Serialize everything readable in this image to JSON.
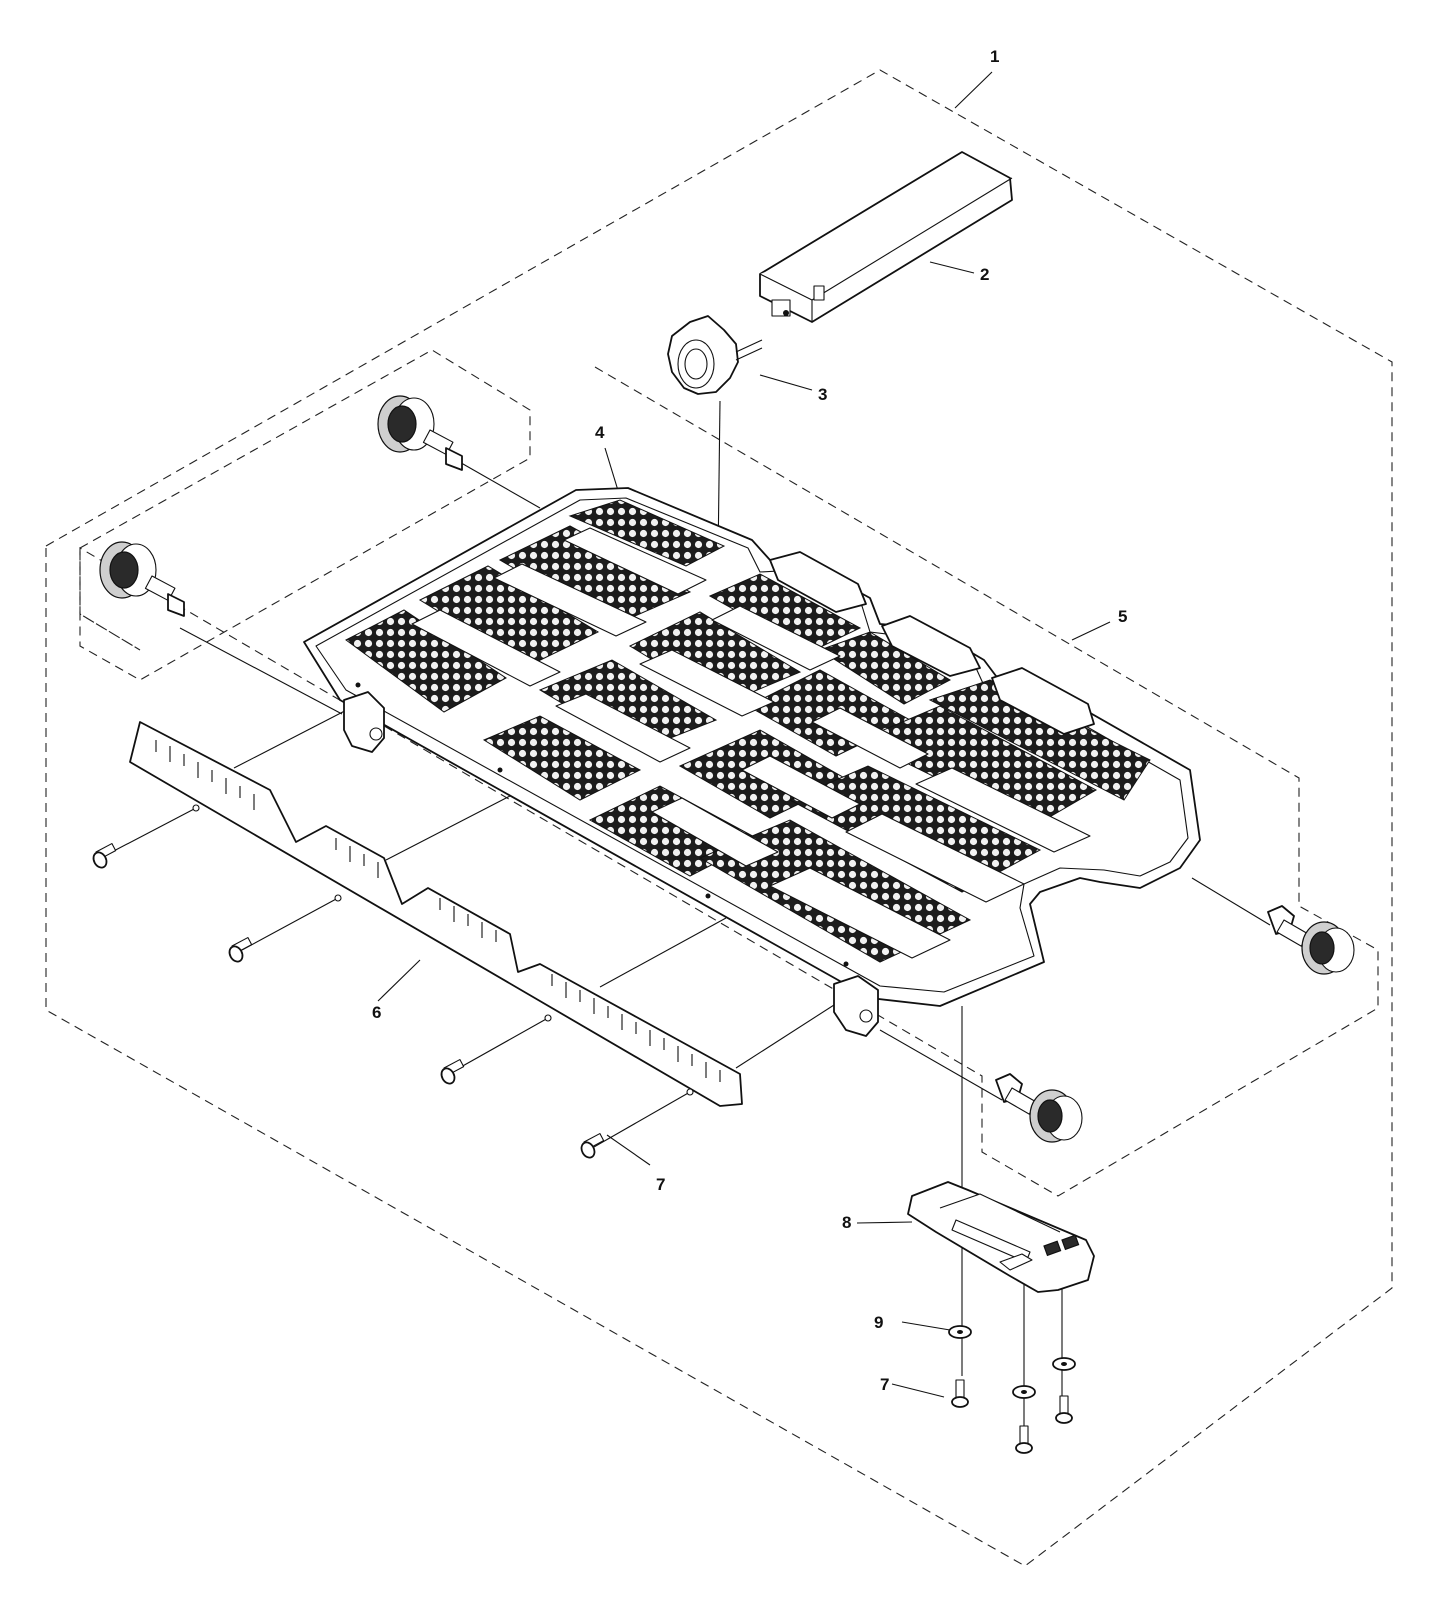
{
  "callouts": {
    "c1": "1",
    "c2": "2",
    "c3": "3",
    "c4": "4",
    "c5": "5",
    "c6": "6",
    "c7a": "7",
    "c7b": "7",
    "c8": "8",
    "c9": "9"
  },
  "colors": {
    "line": "#111111",
    "background": "#ffffff",
    "grid_fill": "#2a2a2a"
  }
}
